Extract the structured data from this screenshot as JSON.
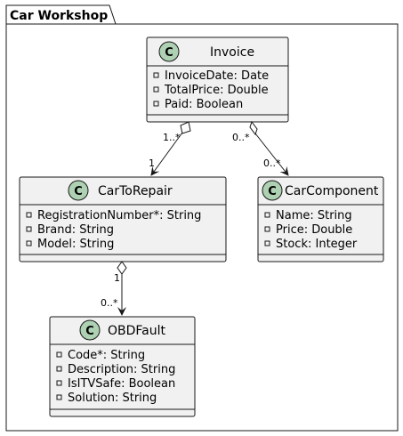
{
  "package": {
    "title": "Car Workshop"
  },
  "classes": [
    {
      "id": "invoice",
      "name": "Invoice",
      "stereotype_glyph": "C",
      "attributes": [
        "InvoiceDate: Date",
        "TotalPrice: Double",
        "Paid: Boolean"
      ]
    },
    {
      "id": "cartorepair",
      "name": "CarToRepair",
      "stereotype_glyph": "C",
      "attributes": [
        "RegistrationNumber*: String",
        "Brand: String",
        "Model: String"
      ]
    },
    {
      "id": "carcomponent",
      "name": "CarComponent",
      "stereotype_glyph": "C",
      "attributes": [
        "Name: String",
        "Price: Double",
        "Stock: Integer"
      ]
    },
    {
      "id": "obdfault",
      "name": "OBDFault",
      "stereotype_glyph": "C",
      "attributes": [
        "Code*: String",
        "Description: String",
        "IsITVSafe: Boolean",
        "Solution: String"
      ]
    }
  ],
  "relations": [
    {
      "from": "invoice",
      "to": "cartorepair",
      "type": "aggregation",
      "from_mult": "1..*",
      "to_mult": "1"
    },
    {
      "from": "invoice",
      "to": "carcomponent",
      "type": "aggregation",
      "from_mult": "0..*",
      "to_mult": "0..*"
    },
    {
      "from": "cartorepair",
      "to": "obdfault",
      "type": "aggregation",
      "from_mult": "1",
      "to_mult": "0..*"
    }
  ],
  "colors": {
    "class_fill": "#f1f1f1",
    "class_border": "#181818",
    "glyph_circle": "#add1b2",
    "line": "#181818"
  }
}
